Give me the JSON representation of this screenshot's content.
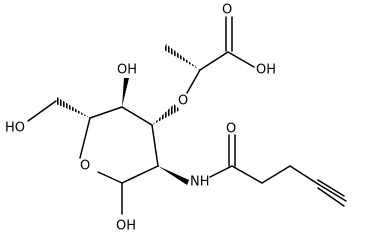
{
  "atoms": {
    "carbonyl_o_acid": "O",
    "hydroxyl_acid": "OH",
    "hydroxyl_c4": "OH",
    "ether_o": "O",
    "hydroxymethyl": "HO",
    "ring_o": "O",
    "amide_nh": "NH",
    "amide_o": "O",
    "anomeric_oh": "OH"
  },
  "colors": {
    "bond": "#000000",
    "background": "#ffffff"
  }
}
